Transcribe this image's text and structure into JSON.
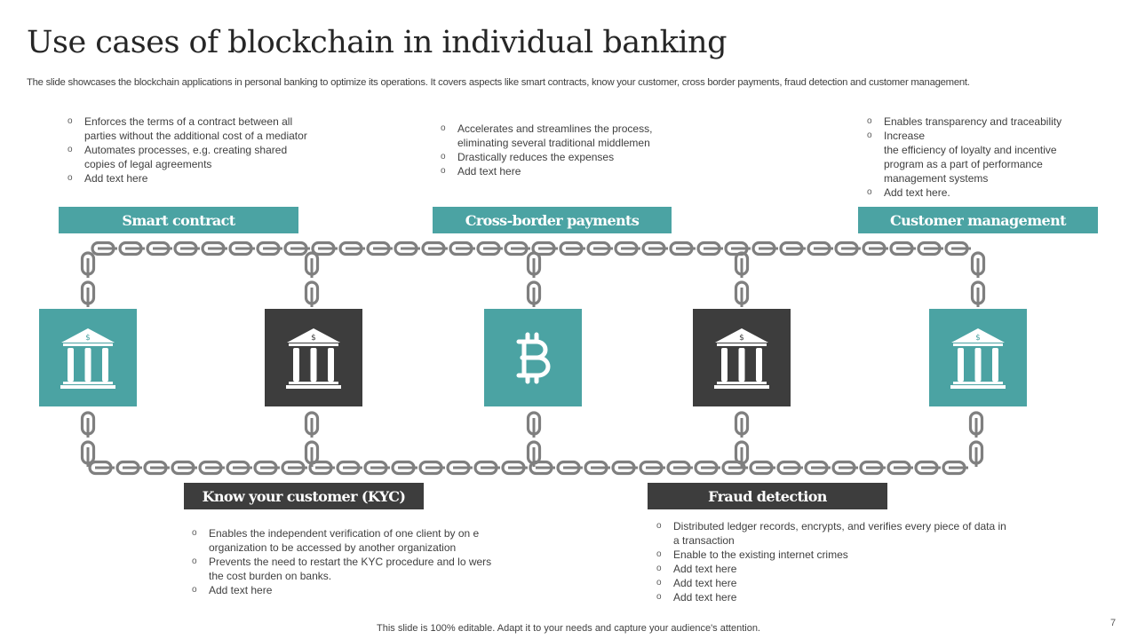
{
  "title": "Use cases of blockchain in individual banking",
  "subtitle": "The slide showcases the blockchain applications in personal banking to optimize its operations. It covers aspects like smart contracts, know your customer, cross border payments, fraud detection and customer management.",
  "colors": {
    "teal": "#4ba3a3",
    "dark": "#3d3d3d",
    "chain": "#7f7f7f"
  },
  "use_cases": {
    "smart_contract": {
      "label": "Smart contract",
      "icon": "bank-icon",
      "bullets": [
        "Enforces the terms of a contract between all parties without the additional cost of a mediator",
        "Automates processes, e.g.  creating shared copies of legal agreements",
        "Add text here"
      ]
    },
    "kyc": {
      "label": "Know your customer (KYC)",
      "icon": "bank-icon",
      "bullets": [
        "Enables the independent  verification  of one client by on e organization  to be accessed by another  organization",
        "Prevents   the need to restart the KYC procedure  and lo wers the cost burden  on banks.",
        "Add text here"
      ]
    },
    "cross_border": {
      "label": "Cross-border payments",
      "icon": "bitcoin-icon",
      "bullets": [
        "Accelerates and streamlines the process, eliminating several traditional middlemen",
        "Drastically reduces the expenses",
        "Add text here"
      ]
    },
    "fraud_detection": {
      "label": "Fraud detection",
      "icon": "bank-icon",
      "bullets": [
        "Distributed ledger records, encrypts, and verifies  every  piece of data in a transaction",
        "Enable to the existing internet  crimes",
        "Add text here",
        "Add text here",
        "Add text here"
      ]
    },
    "customer_management": {
      "label": "Customer management",
      "icon": "bank-icon",
      "bullets": [
        "Enables transparency  and traceability",
        "Increase",
        "the efficiency of loyalty and incentive program  as a part of performance management  systems",
        "Add text here."
      ]
    }
  },
  "footer": "This slide is 100% editable. Adapt it to your needs and capture your audience's attention.",
  "page_number": "7"
}
